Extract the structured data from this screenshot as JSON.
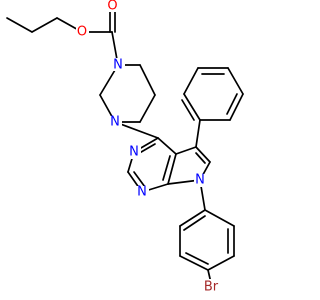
{
  "colors": {
    "background": "#ffffff",
    "bond": "#000000",
    "oxygen": "#ff0000",
    "nitrogen": "#0000ff",
    "bromine": "#a52a2a"
  },
  "atoms": {
    "o_carbonyl": "O",
    "o_ester": "O",
    "n_piperazine_top": "N",
    "n_piperazine_bottom": "N",
    "n_pyrimidine_1": "N",
    "n_pyrimidine_2": "N",
    "n_pyrrole": "N",
    "br": "Br"
  }
}
